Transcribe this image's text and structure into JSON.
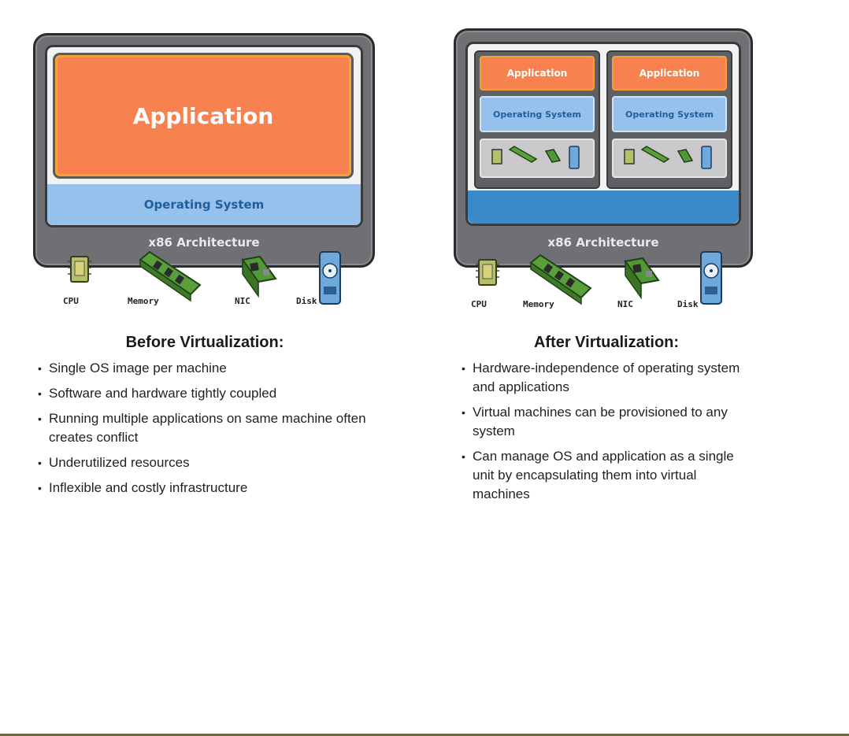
{
  "before": {
    "diagram": {
      "application_label": "Application",
      "os_label": "Operating System",
      "arch_label": "x86 Architecture",
      "hardware": [
        "CPU",
        "Memory",
        "NIC",
        "Disk"
      ]
    },
    "heading": "Before Virtualization:",
    "bullets": [
      "Single OS image per machine",
      "Software and hardware tightly coupled",
      "Running multiple applications on same machine often creates conflict",
      "Underutilized resources",
      "Inflexible and costly infrastructure"
    ]
  },
  "after": {
    "diagram": {
      "vms": [
        {
          "application_label": "Application",
          "os_label": "Operating System"
        },
        {
          "application_label": "Application",
          "os_label": "Operating System"
        }
      ],
      "arch_label": "x86 Architecture",
      "hardware": [
        "CPU",
        "Memory",
        "NIC",
        "Disk"
      ]
    },
    "heading": "After Virtualization:",
    "bullets": [
      "Hardware-independence of operating system and applications",
      "Virtual machines can be provisioned to any system",
      "Can manage OS and application as a single unit by encapsulating them into virtual machines"
    ]
  },
  "colors": {
    "application": "#f7824f",
    "operating_system": "#96c1ec",
    "virtualization_layer": "#3a8acb",
    "frame": "#6f7073"
  }
}
